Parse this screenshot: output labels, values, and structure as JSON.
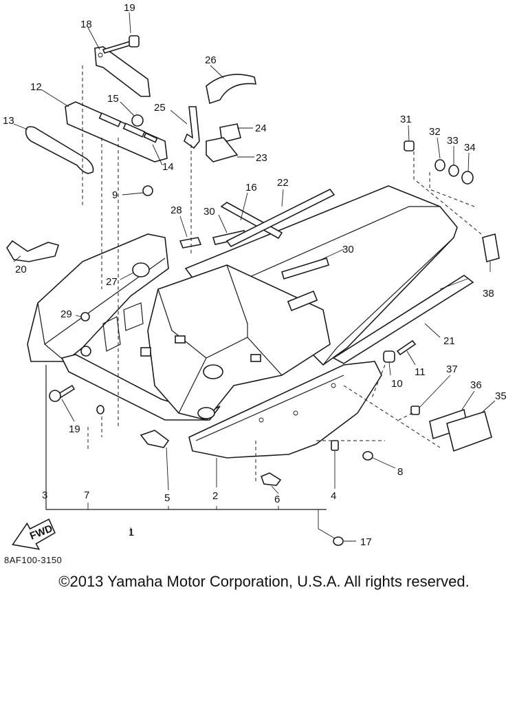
{
  "diagram": {
    "callouts": [
      "19",
      "18",
      "12",
      "15",
      "13",
      "14",
      "25",
      "26",
      "24",
      "23",
      "9",
      "28",
      "30",
      "16",
      "22",
      "20",
      "27",
      "29",
      "31",
      "32",
      "33",
      "34",
      "38",
      "21",
      "11",
      "10",
      "37",
      "36",
      "35",
      "19",
      "8",
      "3",
      "7",
      "5",
      "2",
      "6",
      "4",
      "17",
      "1",
      "30"
    ],
    "direction_tag": "FWD",
    "figure_code": "8AF100-3150"
  },
  "footer": {
    "copyright": "©2013 Yamaha Motor Corporation, U.S.A. All rights reserved."
  }
}
